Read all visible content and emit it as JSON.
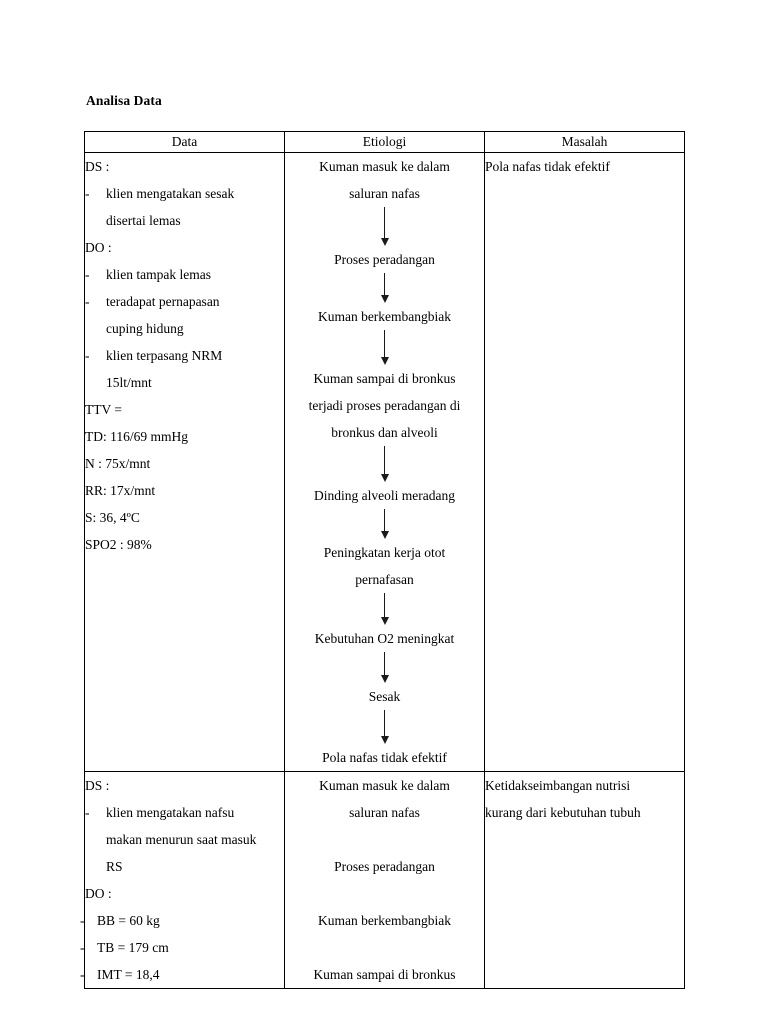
{
  "document": {
    "title": "Analisa Data"
  },
  "table": {
    "headers": [
      "Data",
      "Etiologi",
      "Masalah"
    ],
    "rows": [
      {
        "data": {
          "subjective_label": "DS :",
          "subjective_items": [
            {
              "marker": "-",
              "lines": [
                "klien mengatakan sesak",
                "disertai lemas"
              ]
            }
          ],
          "objective_label": "DO :",
          "objective_items": [
            {
              "marker": "-",
              "lines": [
                "klien tampak lemas"
              ]
            },
            {
              "marker": "-",
              "lines": [
                "teradapat pernapasan",
                "cuping hidung"
              ]
            },
            {
              "marker": "-",
              "lines": [
                "klien terpasang NRM",
                "15lt/mnt"
              ]
            }
          ],
          "vitals_label": "TTV =",
          "vitals": [
            "TD: 116/69 mmHg",
            "N : 75x/mnt",
            "RR: 17x/mnt",
            "S: 36, 4ºC",
            "SPO2 : 98%"
          ]
        },
        "etiologi": {
          "steps": [
            {
              "lines": [
                "Kuman masuk ke dalam",
                "saluran nafas"
              ],
              "arrow_after": true
            },
            {
              "lines": [
                "Proses peradangan"
              ],
              "arrow_after": true
            },
            {
              "lines": [
                "Kuman berkembangbiak"
              ],
              "arrow_after": true
            },
            {
              "lines": [
                "Kuman sampai di bronkus",
                "terjadi proses peradangan di",
                "bronkus dan alveoli"
              ],
              "arrow_after": true
            },
            {
              "lines": [
                "Dinding alveoli meradang"
              ],
              "arrow_after": true
            },
            {
              "lines": [
                "Peningkatan kerja otot",
                "pernafasan"
              ],
              "arrow_after": true
            },
            {
              "lines": [
                "Kebutuhan O2 meningkat"
              ],
              "arrow_after": true
            },
            {
              "lines": [
                "Sesak"
              ],
              "arrow_after": true
            },
            {
              "lines": [
                "Pola nafas tidak efektif"
              ],
              "arrow_after": false
            }
          ]
        },
        "masalah": {
          "lines": [
            "Pola nafas tidak efektif"
          ]
        }
      },
      {
        "data": {
          "subjective_label": "DS :",
          "subjective_items": [
            {
              "marker": "-",
              "lines": [
                "klien mengatakan nafsu",
                "makan menurun saat masuk",
                "RS"
              ]
            }
          ],
          "objective_label": "DO :",
          "objective_items": [
            {
              "marker": "-",
              "lines": [
                "BB = 60 kg"
              ]
            },
            {
              "marker": "-",
              "lines": [
                "TB = 179 cm"
              ]
            },
            {
              "marker": "-",
              "lines": [
                "IMT = 18,4"
              ]
            }
          ],
          "vitals_label": "",
          "vitals": []
        },
        "etiologi": {
          "steps": [
            {
              "lines": [
                "Kuman masuk ke dalam",
                "saluran nafas"
              ],
              "arrow_after": false
            },
            {
              "lines": [
                "Proses peradangan"
              ],
              "arrow_after": false
            },
            {
              "lines": [
                "Kuman berkembangbiak"
              ],
              "arrow_after": false
            },
            {
              "lines": [
                "Kuman sampai di bronkus"
              ],
              "arrow_after": false
            }
          ]
        },
        "masalah": {
          "lines": [
            "Ketidakseimbangan nutrisi",
            "kurang dari kebutuhan tubuh"
          ]
        }
      }
    ]
  },
  "style": {
    "text_color": "#000000",
    "border_color": "#000000",
    "page_background": "#ffffff"
  }
}
